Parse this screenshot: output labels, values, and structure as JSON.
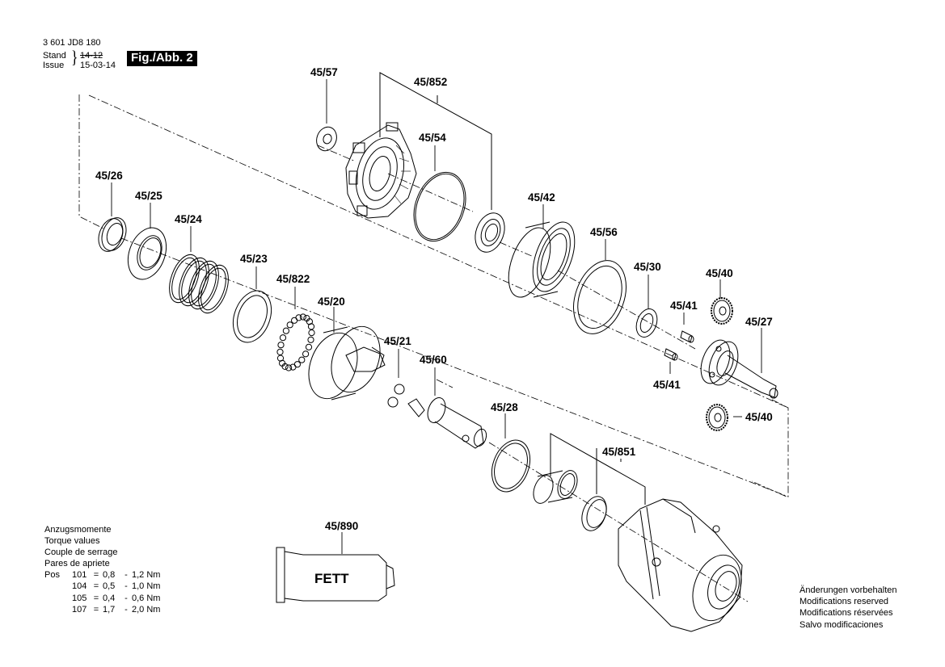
{
  "header": {
    "document_number": "3 601 JD8 180",
    "stand_label": "Stand",
    "issue_label": "Issue",
    "old_date": "14-12",
    "issue_date": "15-03-14",
    "figure_label": "Fig./Abb. 2"
  },
  "parts": {
    "p45_57": "45/57",
    "p45_852": "45/852",
    "p45_54": "45/54",
    "p45_26": "45/26",
    "p45_25": "45/25",
    "p45_24": "45/24",
    "p45_23": "45/23",
    "p45_822": "45/822",
    "p45_20": "45/20",
    "p45_21": "45/21",
    "p45_60": "45/60",
    "p45_42": "45/42",
    "p45_56": "45/56",
    "p45_30": "45/30",
    "p45_40_top": "45/40",
    "p45_41_top": "45/41",
    "p45_27": "45/27",
    "p45_41_bottom": "45/41",
    "p45_40_bottom": "45/40",
    "p45_28": "45/28",
    "p45_851": "45/851",
    "p45_890": "45/890"
  },
  "grease_tube_label": "FETT",
  "torque": {
    "titles": [
      "Anzugsmomente",
      "Torque values",
      "Couple de serrage",
      "Pares de apriete"
    ],
    "pos_label": "Pos",
    "rows": [
      {
        "pos": "101",
        "eq": "=",
        "min": "0,8",
        "dash": "-",
        "max": "1,2 Nm"
      },
      {
        "pos": "104",
        "eq": "=",
        "min": "0,5",
        "dash": "-",
        "max": "1,0 Nm"
      },
      {
        "pos": "105",
        "eq": "=",
        "min": "0,4",
        "dash": "-",
        "max": "0,6 Nm"
      },
      {
        "pos": "107",
        "eq": "=",
        "min": "1,7",
        "dash": "-",
        "max": "2,0 Nm"
      }
    ]
  },
  "modifications": [
    "Änderungen vorbehalten",
    "Modifications reserved",
    "Modifications réservées",
    "Salvo modificaciones"
  ]
}
